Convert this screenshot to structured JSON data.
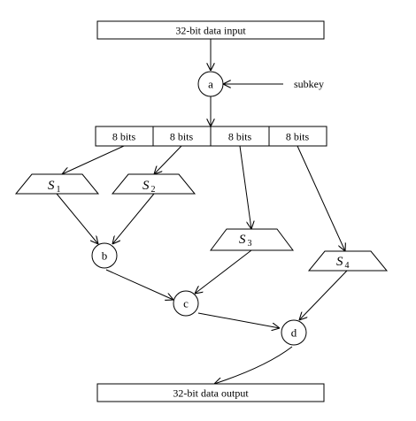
{
  "input_label": "32-bit data input",
  "output_label": "32-bit data output",
  "subkey_label": "subkey",
  "nodes": {
    "a": "a",
    "b": "b",
    "c": "c",
    "d": "d"
  },
  "segments": [
    "8 bits",
    "8 bits",
    "8 bits",
    "8 bits"
  ],
  "sboxes": [
    {
      "letter": "S",
      "index": "1"
    },
    {
      "letter": "S",
      "index": "2"
    },
    {
      "letter": "S",
      "index": "3"
    },
    {
      "letter": "S",
      "index": "4"
    }
  ]
}
